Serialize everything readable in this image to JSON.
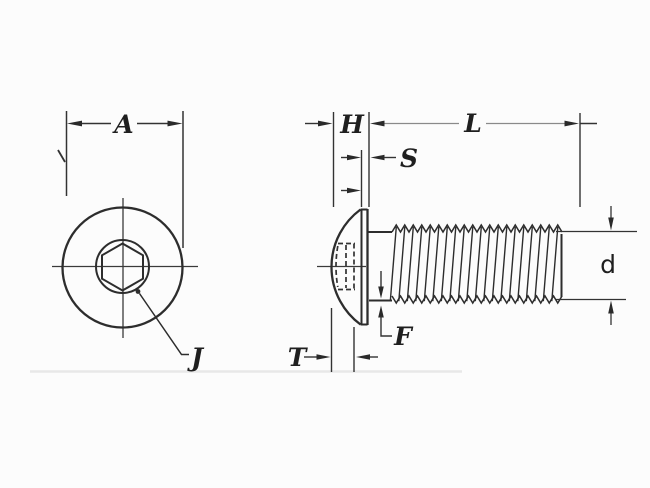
{
  "colors": {
    "background": "#fcfcfc",
    "line": "#2d2d2d",
    "dim_line": "#3a3a3a",
    "faded_dim_line": "#8a8a8a"
  },
  "dimension_labels": {
    "A": "A",
    "H": "H",
    "L": "L",
    "S": "S",
    "J": "J",
    "T": "T",
    "F": "F",
    "d": "d"
  }
}
